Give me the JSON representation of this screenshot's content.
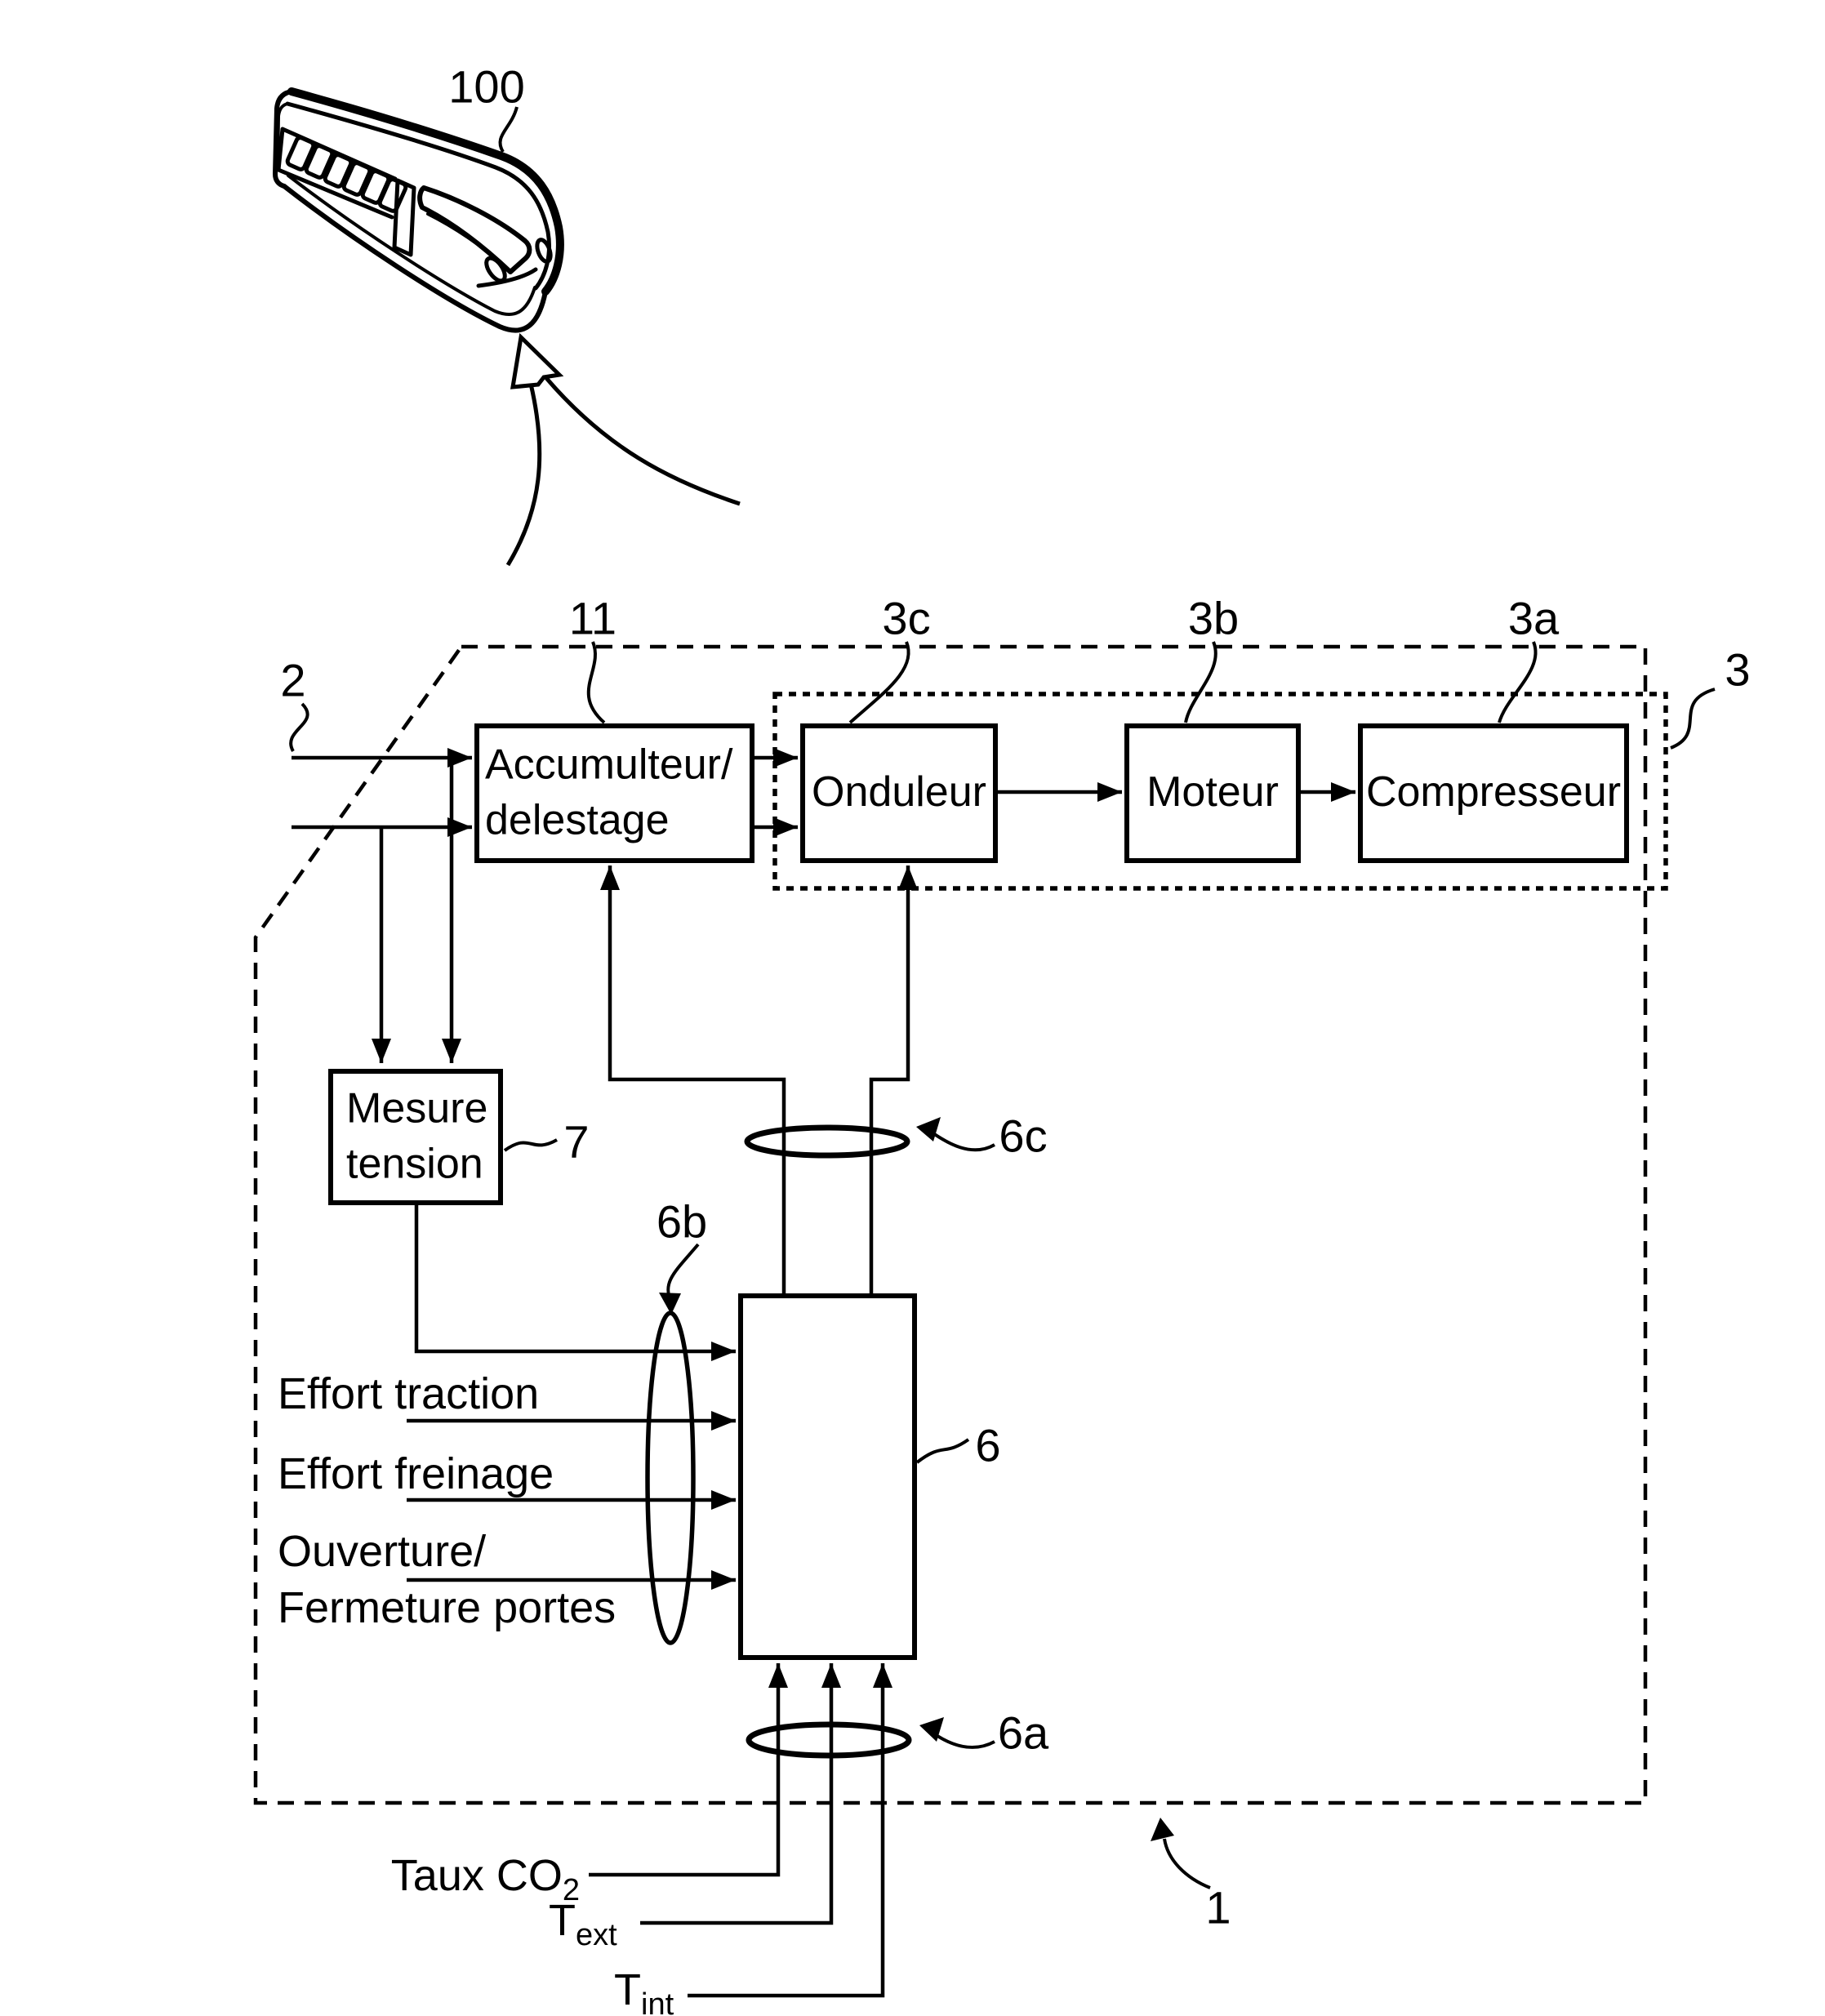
{
  "figure": {
    "background_color": "#ffffff",
    "ink_color": "#000000",
    "description": "Patent-style block diagram of a train HVAC/energy system"
  },
  "ref_labels": {
    "train": "100",
    "system": "1",
    "supply": "2",
    "hvac_group": "3",
    "compressor": "3a",
    "motor": "3b",
    "inverter": "3c",
    "controller": "6",
    "sensor_bus": "6a",
    "input_bus": "6b",
    "command_bus": "6c",
    "voltage_sensor": "7",
    "accumulator": "11"
  },
  "boxes": {
    "accumulator": {
      "line1": "Accumulteur/",
      "line2": "delestage"
    },
    "inverter": {
      "label": "Onduleur"
    },
    "motor": {
      "label": "Moteur"
    },
    "compressor": {
      "label": "Compresseur"
    },
    "voltage_sensor": {
      "line1": "Mesure",
      "line2": "tension"
    }
  },
  "inputs": {
    "traction": "Effort traction",
    "braking": "Effort freinage",
    "doors_line1": "Ouverture/",
    "doors_line2": "Fermeture portes",
    "co2": {
      "base": "Taux CO",
      "sub": "2"
    },
    "t_ext": {
      "base": "T",
      "sub": "ext"
    },
    "t_int": {
      "base": "T",
      "sub": "int"
    }
  }
}
